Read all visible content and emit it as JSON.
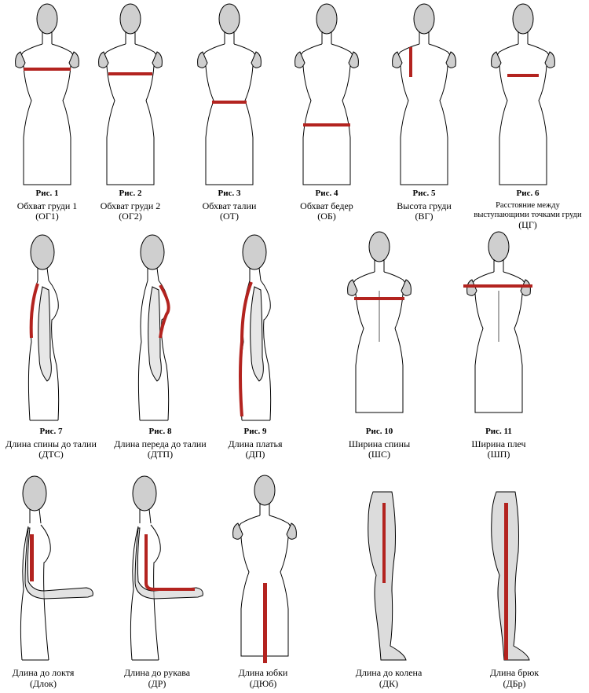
{
  "colors": {
    "measure": "#b3231f",
    "outline": "#000000",
    "head_fill": "#cfcfcf",
    "leg_fill": "#dcdcdc"
  },
  "figures": [
    {
      "num": "Рис. 1",
      "title": "Обхват груди 1",
      "code": "(ОГ1)"
    },
    {
      "num": "Рис. 2",
      "title": "Обхват груди 2",
      "code": "(ОГ2)"
    },
    {
      "num": "Рис. 3",
      "title": "Обхват талии",
      "code": "(ОТ)"
    },
    {
      "num": "Рис. 4",
      "title": "Обхват бедер",
      "code": "(ОБ)"
    },
    {
      "num": "Рис. 5",
      "title": "Высота груди",
      "code": "(ВГ)"
    },
    {
      "num": "Рис. 6",
      "title": "Расстояние между выступающими точками груди",
      "code": "(ЦГ)"
    },
    {
      "num": "Рис. 7",
      "title": "Длина спины до талии",
      "code": "(ДТС)"
    },
    {
      "num": "Рис. 8",
      "title": "Длина переда до талии",
      "code": "(ДТП)"
    },
    {
      "num": "Рис. 9",
      "title": "Длина платья",
      "code": "(ДП)"
    },
    {
      "num": "Рис. 10",
      "title": "Ширина спины",
      "code": "(ШС)"
    },
    {
      "num": "Рис. 11",
      "title": "Ширина плеч",
      "code": "(ШП)"
    },
    {
      "num": "",
      "title": "Длина до локтя",
      "code": "(Длок)"
    },
    {
      "num": "",
      "title": "Длина до рукава",
      "code": "(ДР)"
    },
    {
      "num": "",
      "title": "Длина юбки",
      "code": "(ДЮб)"
    },
    {
      "num": "",
      "title": "Длина до колена",
      "code": "(ДК)"
    },
    {
      "num": "",
      "title": "Длина брюк",
      "code": "(ДБр)"
    }
  ]
}
